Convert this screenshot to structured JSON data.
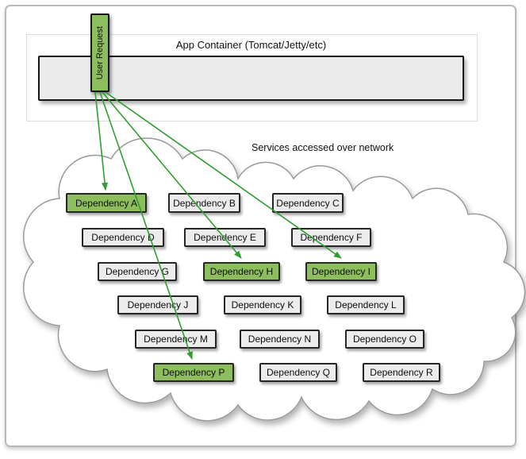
{
  "app_container": {
    "title": "App Container (Tomcat/Jetty/etc)",
    "user_request_label": "User Request"
  },
  "cloud": {
    "label": "Services accessed over network"
  },
  "dependencies": [
    {
      "label": "Dependency A",
      "highlighted": true
    },
    {
      "label": "Dependency B",
      "highlighted": false
    },
    {
      "label": "Dependency C",
      "highlighted": false
    },
    {
      "label": "Dependency D",
      "highlighted": false
    },
    {
      "label": "Dependency E",
      "highlighted": false
    },
    {
      "label": "Dependency F",
      "highlighted": false
    },
    {
      "label": "Dependency G",
      "highlighted": false
    },
    {
      "label": "Dependency H",
      "highlighted": true
    },
    {
      "label": "Dependency I",
      "highlighted": true
    },
    {
      "label": "Dependency J",
      "highlighted": false
    },
    {
      "label": "Dependency K",
      "highlighted": false
    },
    {
      "label": "Dependency L",
      "highlighted": false
    },
    {
      "label": "Dependency M",
      "highlighted": false
    },
    {
      "label": "Dependency N",
      "highlighted": false
    },
    {
      "label": "Dependency O",
      "highlighted": false
    },
    {
      "label": "Dependency P",
      "highlighted": true
    },
    {
      "label": "Dependency Q",
      "highlighted": false
    },
    {
      "label": "Dependency R",
      "highlighted": false
    }
  ],
  "arrows": {
    "source": "User Request",
    "targets": [
      "Dependency A",
      "Dependency H",
      "Dependency I",
      "Dependency P"
    ]
  },
  "colors": {
    "highlight_green": "#8dbe5d",
    "arrow_green": "#2f9e2f",
    "box_gray": "#ececec",
    "border_dark": "#262626"
  }
}
